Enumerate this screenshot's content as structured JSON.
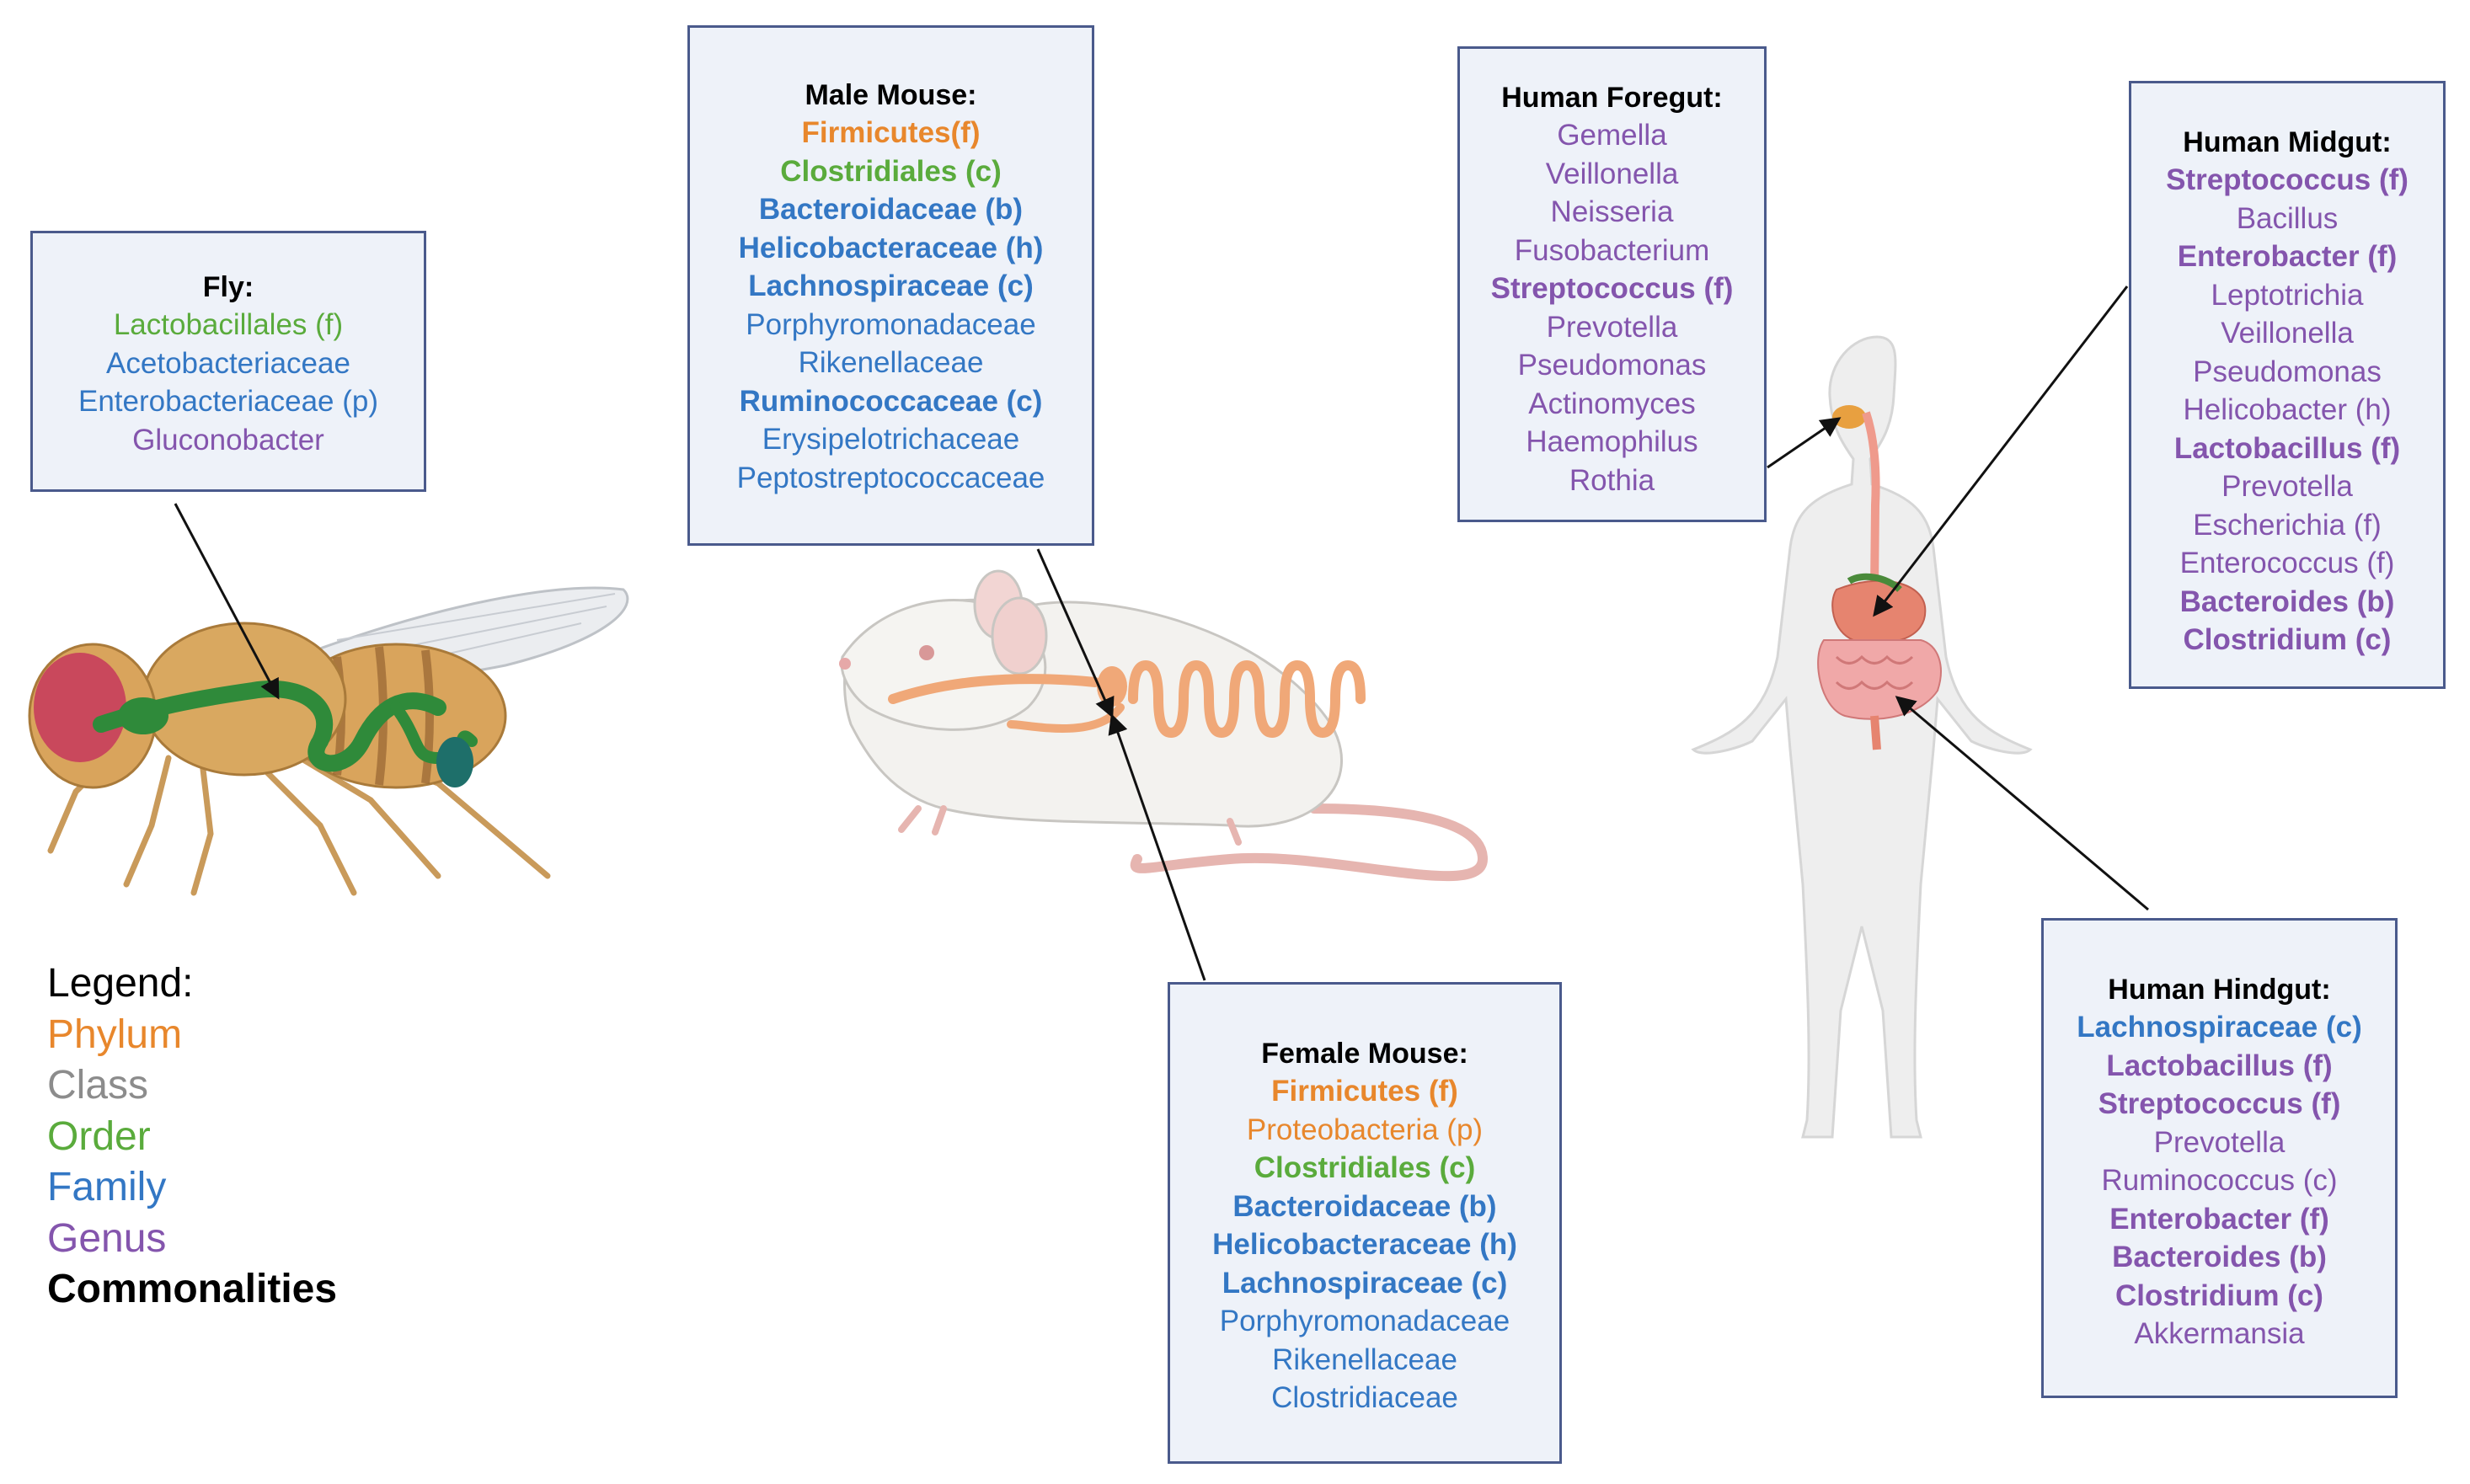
{
  "colors": {
    "phylum": "#e8872c",
    "class": "#8c8c8c",
    "order": "#5aab3c",
    "family": "#3377c4",
    "genus": "#8455ad",
    "commonalities": "#111111"
  },
  "illustrations": [
    "fruit-fly-gut",
    "mouse-gut",
    "human-digestive-tract"
  ],
  "legend": {
    "title": "Legend:",
    "entries": [
      {
        "label": "Phylum",
        "rank": "phylum"
      },
      {
        "label": "Class",
        "rank": "class"
      },
      {
        "label": "Order",
        "rank": "order"
      },
      {
        "label": "Family",
        "rank": "family"
      },
      {
        "label": "Genus",
        "rank": "genus"
      },
      {
        "label": "Commonalities",
        "rank": "commonalities",
        "bold": true
      }
    ]
  },
  "boxes": {
    "fly": {
      "title": "Fly:",
      "items": [
        {
          "text": "Lactobacillales (f)",
          "rank": "order"
        },
        {
          "text": "Acetobacteriaceae",
          "rank": "family"
        },
        {
          "text": "Enterobacteriaceae (p)",
          "rank": "family"
        },
        {
          "text": "Gluconobacter",
          "rank": "genus"
        }
      ]
    },
    "male_mouse": {
      "title": "Male Mouse:",
      "items": [
        {
          "text": "Firmicutes(f)",
          "rank": "phylum",
          "bold": true
        },
        {
          "text": "Clostridiales (c)",
          "rank": "order",
          "bold": true
        },
        {
          "text": "Bacteroidaceae (b)",
          "rank": "family",
          "bold": true
        },
        {
          "text": "Helicobacteraceae (h)",
          "rank": "family",
          "bold": true
        },
        {
          "text": "Lachnospiraceae (c)",
          "rank": "family",
          "bold": true
        },
        {
          "text": "Porphyromonadaceae",
          "rank": "family"
        },
        {
          "text": "Rikenellaceae",
          "rank": "family"
        },
        {
          "text": "Ruminococcaceae (c)",
          "rank": "family",
          "bold": true
        },
        {
          "text": "Erysipelotrichaceae",
          "rank": "family"
        },
        {
          "text": "Peptostreptococcaceae",
          "rank": "family"
        }
      ]
    },
    "female_mouse": {
      "title": "Female Mouse:",
      "items": [
        {
          "text": "Firmicutes (f)",
          "rank": "phylum",
          "bold": true
        },
        {
          "text": "Proteobacteria (p)",
          "rank": "phylum"
        },
        {
          "text": "Clostridiales (c)",
          "rank": "order",
          "bold": true
        },
        {
          "text": "Bacteroidaceae (b)",
          "rank": "family",
          "bold": true
        },
        {
          "text": "Helicobacteraceae (h)",
          "rank": "family",
          "bold": true
        },
        {
          "text": "Lachnospiraceae (c)",
          "rank": "family",
          "bold": true
        },
        {
          "text": "Porphyromonadaceae",
          "rank": "family"
        },
        {
          "text": "Rikenellaceae",
          "rank": "family"
        },
        {
          "text": "Clostridiaceae",
          "rank": "family"
        }
      ]
    },
    "human_foregut": {
      "title": "Human Foregut:",
      "items": [
        {
          "text": "Gemella",
          "rank": "genus"
        },
        {
          "text": "Veillonella",
          "rank": "genus"
        },
        {
          "text": "Neisseria",
          "rank": "genus"
        },
        {
          "text": "Fusobacterium",
          "rank": "genus"
        },
        {
          "text": "Streptococcus (f)",
          "rank": "genus",
          "bold": true
        },
        {
          "text": "Prevotella",
          "rank": "genus"
        },
        {
          "text": "Pseudomonas",
          "rank": "genus"
        },
        {
          "text": "Actinomyces",
          "rank": "genus"
        },
        {
          "text": "Haemophilus",
          "rank": "genus"
        },
        {
          "text": "Rothia",
          "rank": "genus"
        }
      ]
    },
    "human_midgut": {
      "title": "Human Midgut:",
      "items": [
        {
          "text": "Streptococcus (f)",
          "rank": "genus",
          "bold": true
        },
        {
          "text": "Bacillus",
          "rank": "genus"
        },
        {
          "text": "Enterobacter (f)",
          "rank": "genus",
          "bold": true
        },
        {
          "text": "Leptotrichia",
          "rank": "genus"
        },
        {
          "text": "Veillonella",
          "rank": "genus"
        },
        {
          "text": "Pseudomonas",
          "rank": "genus"
        },
        {
          "text": "Helicobacter (h)",
          "rank": "genus"
        },
        {
          "text": "Lactobacillus (f)",
          "rank": "genus",
          "bold": true
        },
        {
          "text": "Prevotella",
          "rank": "genus"
        },
        {
          "text": "Escherichia (f)",
          "rank": "genus"
        },
        {
          "text": "Enterococcus (f)",
          "rank": "genus"
        },
        {
          "text": "Bacteroides (b)",
          "rank": "genus",
          "bold": true
        },
        {
          "text": "Clostridium (c)",
          "rank": "genus",
          "bold": true
        }
      ]
    },
    "human_hindgut": {
      "title": "Human Hindgut:",
      "items": [
        {
          "text": "Lachnospiraceae (c)",
          "rank": "family",
          "bold": true
        },
        {
          "text": "Lactobacillus (f)",
          "rank": "genus",
          "bold": true
        },
        {
          "text": "Streptococcus (f)",
          "rank": "genus",
          "bold": true
        },
        {
          "text": "Prevotella",
          "rank": "genus"
        },
        {
          "text": "Ruminococcus (c)",
          "rank": "genus"
        },
        {
          "text": "Enterobacter (f)",
          "rank": "genus",
          "bold": true
        },
        {
          "text": "Bacteroides (b)",
          "rank": "genus",
          "bold": true
        },
        {
          "text": "Clostridium (c)",
          "rank": "genus",
          "bold": true
        },
        {
          "text": "Akkermansia",
          "rank": "genus"
        }
      ]
    }
  }
}
